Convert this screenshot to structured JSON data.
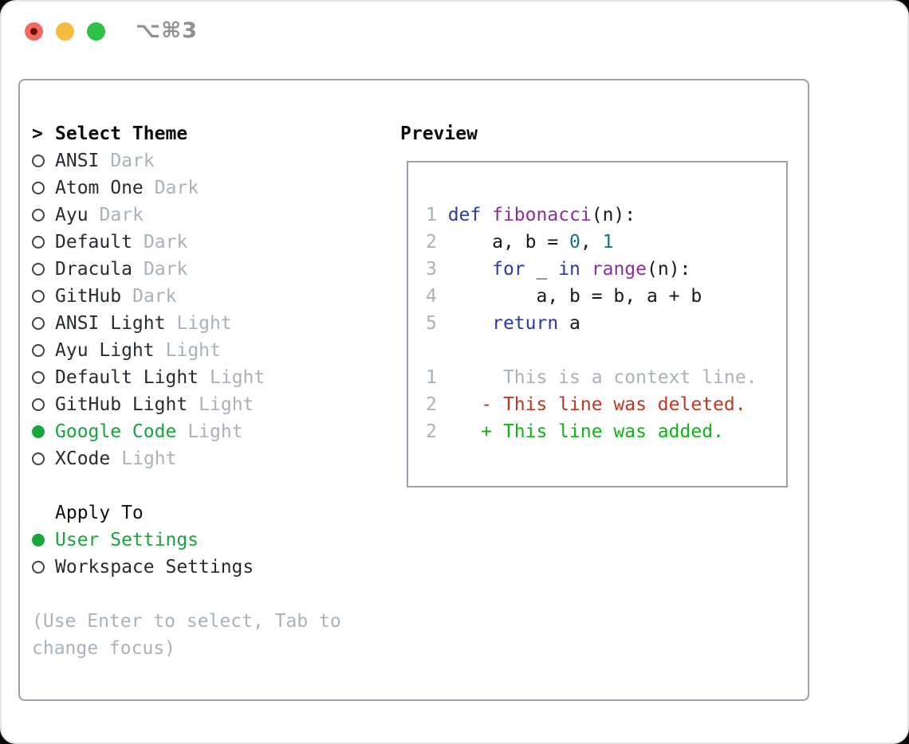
{
  "colors": {
    "border": "#9aa2ab",
    "text": "#272c33",
    "muted": "#a9b2bc",
    "green": "#17a63a",
    "diff_add": "#0db513",
    "diff_del": "#c23621",
    "kw": "#2a39ab",
    "fn": "#8e2d9e",
    "num": "#14767a",
    "ln": "#a9b2bc",
    "code_plain": "#16181c",
    "tl_red": "#f16a5f",
    "tl_red_dot": "#720d05",
    "tl_yellow": "#f6bc41",
    "tl_green": "#2fc148"
  },
  "titlebar": {
    "title": "⌥⌘3",
    "buttons": [
      {
        "name": "close"
      },
      {
        "name": "minimize"
      },
      {
        "name": "zoom"
      }
    ]
  },
  "theme_panel": {
    "header": {
      "prefix": ">",
      "label": "Select Theme"
    },
    "themes": [
      {
        "name": "ANSI",
        "tag": "Dark",
        "selected": false
      },
      {
        "name": "Atom One",
        "tag": "Dark",
        "selected": false
      },
      {
        "name": "Ayu",
        "tag": "Dark",
        "selected": false
      },
      {
        "name": "Default",
        "tag": "Dark",
        "selected": false
      },
      {
        "name": "Dracula",
        "tag": "Dark",
        "selected": false
      },
      {
        "name": "GitHub",
        "tag": "Dark",
        "selected": false
      },
      {
        "name": "ANSI Light",
        "tag": "Light",
        "selected": false
      },
      {
        "name": "Ayu Light",
        "tag": "Light",
        "selected": false
      },
      {
        "name": "Default Light",
        "tag": "Light",
        "selected": false
      },
      {
        "name": "GitHub Light",
        "tag": "Light",
        "selected": false
      },
      {
        "name": "Google Code",
        "tag": "Light",
        "selected": true
      },
      {
        "name": "XCode",
        "tag": "Light",
        "selected": false
      }
    ],
    "apply_to": {
      "label": "Apply To",
      "options": [
        {
          "name": "User Settings",
          "selected": true
        },
        {
          "name": "Workspace Settings",
          "selected": false
        }
      ]
    },
    "hint": "(Use Enter to select, Tab to change focus)"
  },
  "preview_panel": {
    "header": "Preview",
    "code_lines": [
      {
        "num": "1",
        "kind": "code",
        "tokens": [
          {
            "text": "def",
            "type": "keyword"
          },
          {
            "text": " ",
            "type": "plain"
          },
          {
            "text": "fibonacci",
            "type": "function"
          },
          {
            "text": "(n):",
            "type": "plain"
          }
        ]
      },
      {
        "num": "2",
        "kind": "code",
        "tokens": [
          {
            "text": "    a, b = ",
            "type": "plain"
          },
          {
            "text": "0",
            "type": "number"
          },
          {
            "text": ", ",
            "type": "plain"
          },
          {
            "text": "1",
            "type": "number"
          }
        ]
      },
      {
        "num": "3",
        "kind": "code",
        "tokens": [
          {
            "text": "    ",
            "type": "plain"
          },
          {
            "text": "for",
            "type": "keyword"
          },
          {
            "text": " _ ",
            "type": "plain"
          },
          {
            "text": "in",
            "type": "keyword"
          },
          {
            "text": " ",
            "type": "plain"
          },
          {
            "text": "range",
            "type": "function"
          },
          {
            "text": "(n):",
            "type": "plain"
          }
        ]
      },
      {
        "num": "4",
        "kind": "code",
        "tokens": [
          {
            "text": "        a, b = b, a + b",
            "type": "plain"
          }
        ]
      },
      {
        "num": "5",
        "kind": "code",
        "tokens": [
          {
            "text": "    ",
            "type": "plain"
          },
          {
            "text": "return",
            "type": "keyword"
          },
          {
            "text": " a",
            "type": "plain"
          }
        ]
      },
      {
        "num": "",
        "kind": "blank",
        "tokens": []
      },
      {
        "num": "1",
        "kind": "diff-context",
        "tokens": [
          {
            "text": "     This is a context line.",
            "type": "context"
          }
        ]
      },
      {
        "num": "2",
        "kind": "diff-deleted",
        "tokens": [
          {
            "text": "   - This line was deleted.",
            "type": "deleted"
          }
        ]
      },
      {
        "num": "2",
        "kind": "diff-added",
        "tokens": [
          {
            "text": "   + This line was added.",
            "type": "added"
          }
        ]
      }
    ]
  }
}
